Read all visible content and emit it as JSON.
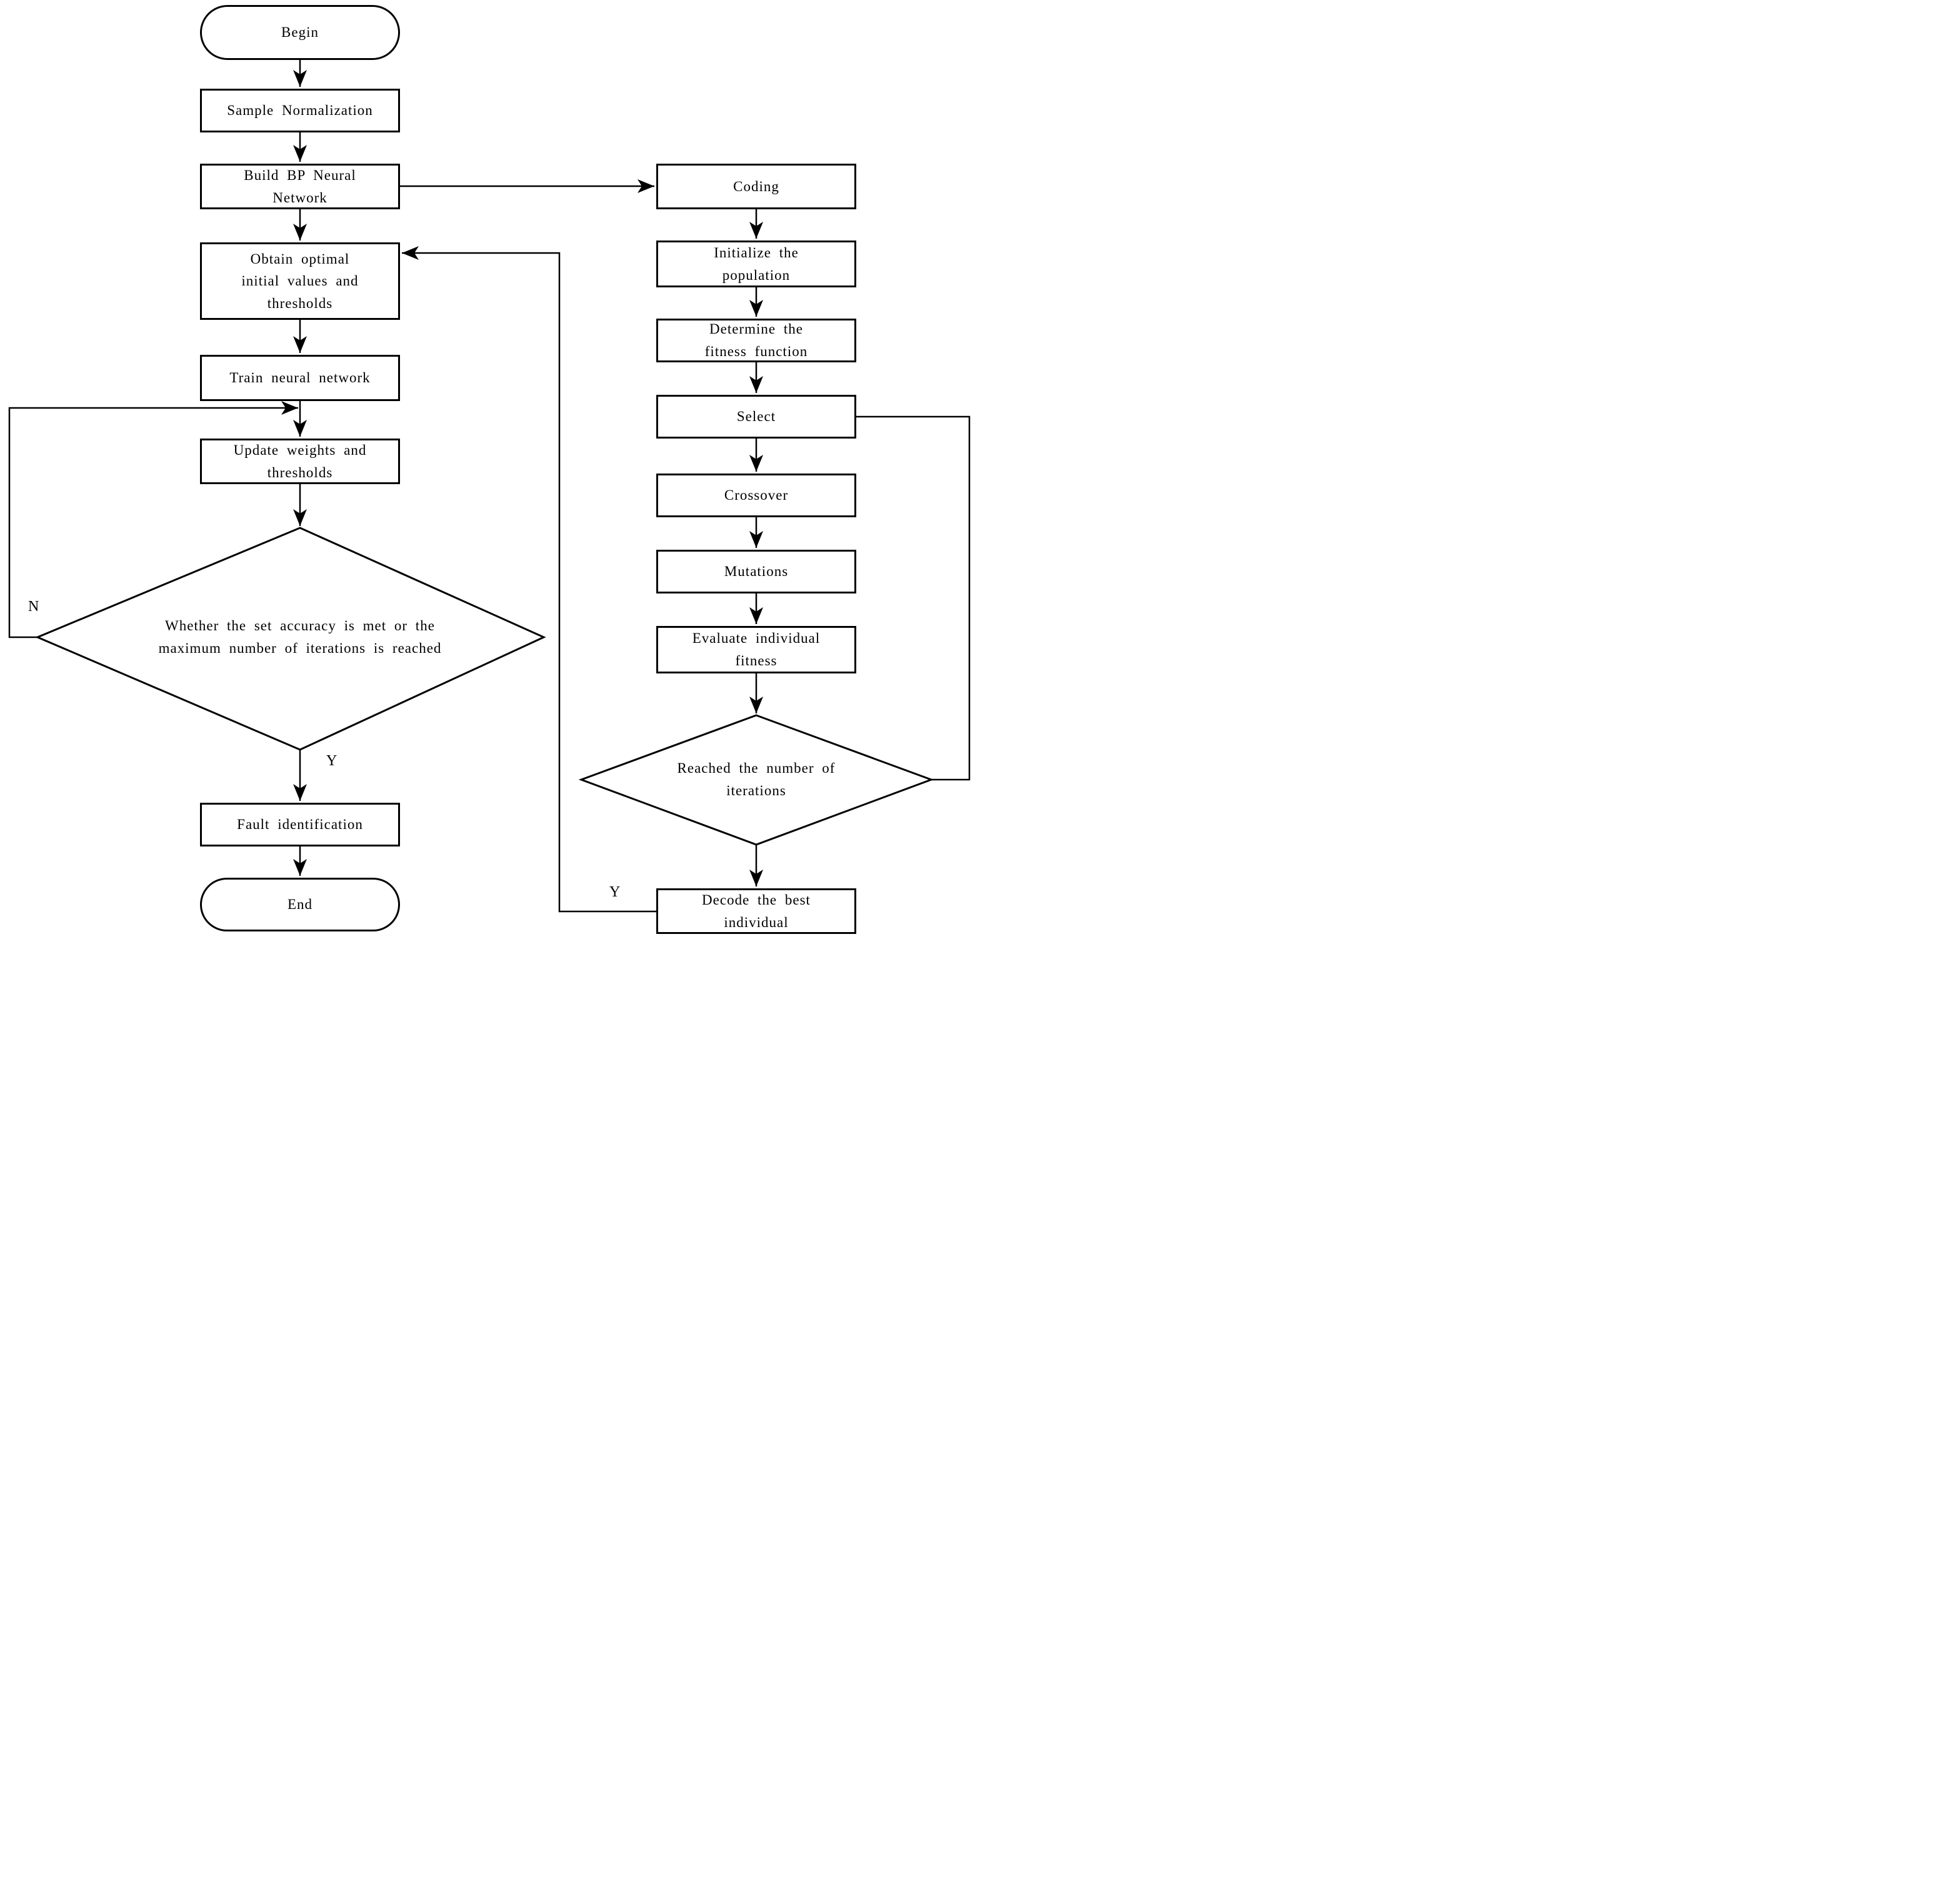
{
  "diagram": {
    "colors": {
      "line": "#000000",
      "background": "#ffffff",
      "text": "#000000"
    },
    "nodes": [
      {
        "id": "begin",
        "type": "terminator",
        "label": "Begin"
      },
      {
        "id": "sample-normalization",
        "type": "process",
        "label": "Sample Normalization"
      },
      {
        "id": "build-bp-network",
        "type": "process",
        "label": "Build BP Neural\nNetwork"
      },
      {
        "id": "obtain-optimal",
        "type": "process",
        "label": "Obtain optimal\ninitial values and\nthresholds"
      },
      {
        "id": "train-network",
        "type": "process",
        "label": "Train neural network"
      },
      {
        "id": "update-weights",
        "type": "process",
        "label": "Update weights and\nthresholds"
      },
      {
        "id": "accuracy-decision",
        "type": "decision",
        "label": "Whether the set accuracy is met or the\nmaximum number of iterations is reached"
      },
      {
        "id": "fault-identification",
        "type": "process",
        "label": "Fault identification"
      },
      {
        "id": "end",
        "type": "terminator",
        "label": "End"
      },
      {
        "id": "coding",
        "type": "process",
        "label": "Coding"
      },
      {
        "id": "initialize-population",
        "type": "process",
        "label": "Initialize the\npopulation"
      },
      {
        "id": "determine-fitness-function",
        "type": "process",
        "label": "Determine the\nfitness function"
      },
      {
        "id": "select",
        "type": "process",
        "label": "Select"
      },
      {
        "id": "crossover",
        "type": "process",
        "label": "Crossover"
      },
      {
        "id": "mutations",
        "type": "process",
        "label": "Mutations"
      },
      {
        "id": "evaluate-fitness",
        "type": "process",
        "label": "Evaluate individual\nfitness"
      },
      {
        "id": "iterations-decision",
        "type": "decision",
        "label": "Reached the number of\niterations"
      },
      {
        "id": "decode-best",
        "type": "process",
        "label": "Decode the best\nindividual"
      }
    ],
    "edge_labels": [
      {
        "id": "no-left",
        "text": "N"
      },
      {
        "id": "yes-left",
        "text": "Y"
      },
      {
        "id": "yes-right",
        "text": "Y"
      }
    ]
  }
}
